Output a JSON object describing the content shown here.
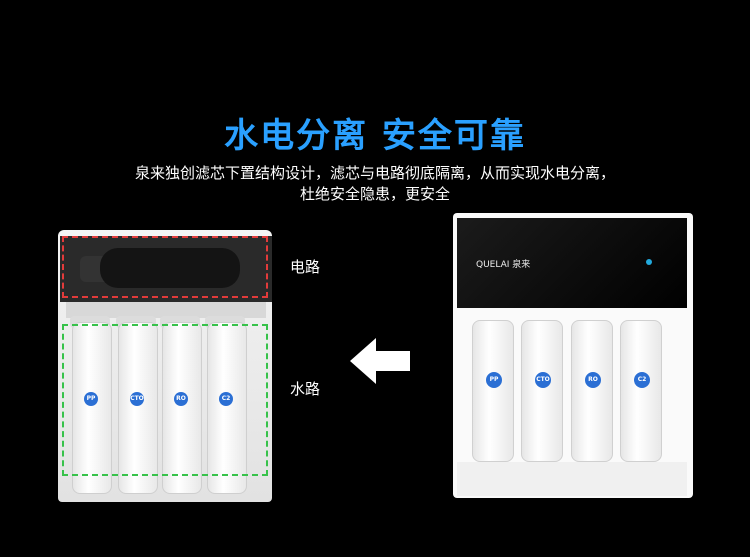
{
  "headline": "水电分离  安全可靠",
  "description_line1": "泉来独创滤芯下置结构设计，滤芯与电路彻底隔离，从而实现水电分离，",
  "description_line2": "杜绝安全隐患，更安全",
  "labels": {
    "circuit": "电路",
    "waterway": "水路"
  },
  "filters": [
    "PP",
    "CTO",
    "RO",
    "C2"
  ],
  "brand": "QUELAI 泉来",
  "colors": {
    "headline": "#2aa0ff",
    "circuit_outline": "#e23b3b",
    "water_outline": "#37c24a"
  }
}
